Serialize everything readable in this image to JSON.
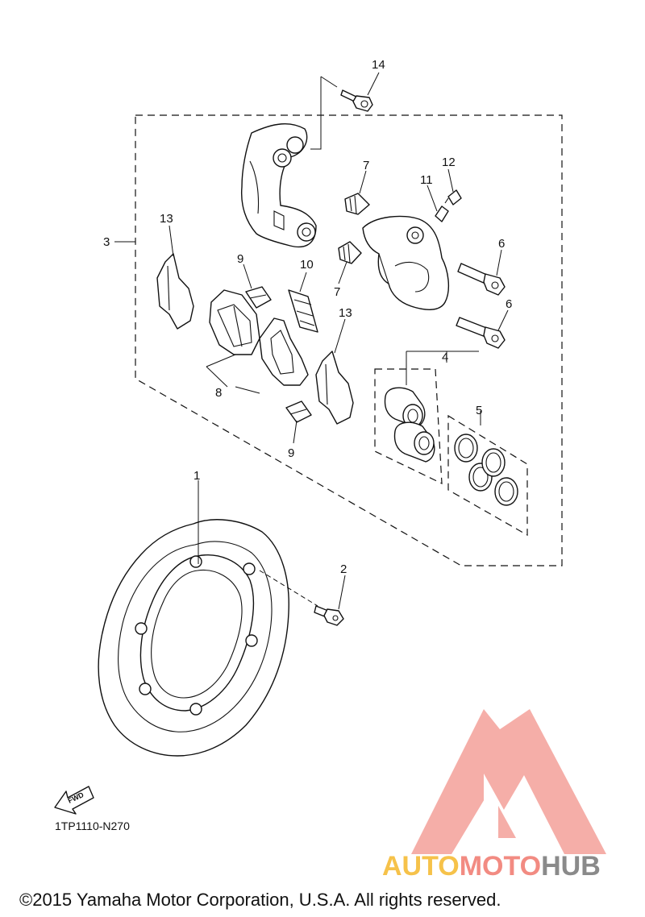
{
  "callouts": {
    "c1": "1",
    "c2": "2",
    "c3": "3",
    "c4": "4",
    "c5": "5",
    "c6a": "6",
    "c6b": "6",
    "c7a": "7",
    "c7b": "7",
    "c8": "8",
    "c9a": "9",
    "c9b": "9",
    "c10": "10",
    "c11": "11",
    "c12": "12",
    "c13a": "13",
    "c13b": "13",
    "c14": "14"
  },
  "fwd_label": "FWD",
  "diagram_ref": "1TP1110-N270",
  "copyright": "©2015 Yamaha Motor Corporation, U.S.A. All rights reserved.",
  "watermark": {
    "part1": "AUTO",
    "part2": "MOTO",
    "part3": "HUB",
    "colors": {
      "auto": "#f6c24a",
      "moto": "#f28b82",
      "hub": "#8a8a8a",
      "logo": "#f4a19a"
    }
  }
}
